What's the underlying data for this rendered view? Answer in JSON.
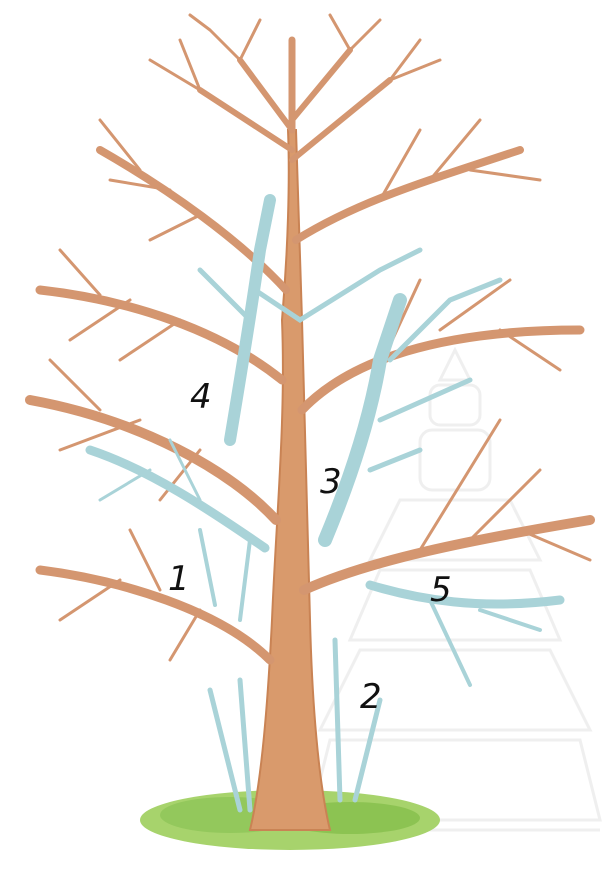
{
  "labels": {
    "one": "1",
    "two": "2",
    "three": "3",
    "four": "4",
    "five": "5"
  },
  "colors": {
    "trunk": "#d99a6c",
    "trunk_dark": "#c98354",
    "branch": "#d49670",
    "cut_branch": "#a9d3d8",
    "grass": "#8fc85a",
    "watermark": "#e6e6e6"
  }
}
